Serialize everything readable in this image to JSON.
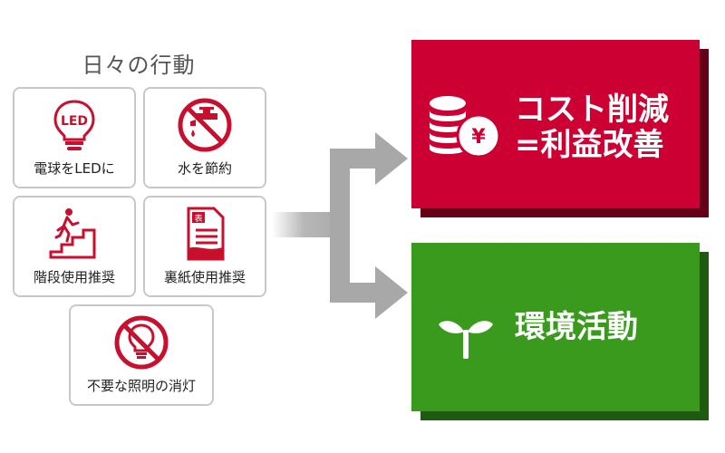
{
  "header": {
    "title": "日々の行動"
  },
  "actions": [
    {
      "label": "電球をLEDに",
      "icon": "led-bulb-icon"
    },
    {
      "label": "水を節約",
      "icon": "no-faucet-icon"
    },
    {
      "label": "階段使用推奨",
      "icon": "stairs-person-icon"
    },
    {
      "label": "裏紙使用推奨",
      "icon": "document-icon"
    },
    {
      "label": "不要な照明の消灯",
      "icon": "no-lightbulb-icon"
    }
  ],
  "results": {
    "cost": {
      "line1": "コスト削減",
      "line2": "=利益改善",
      "icon": "coins-yen-icon",
      "badge": "¥",
      "color": "#cc0033",
      "shadow": "#660018"
    },
    "environment": {
      "label": "環境活動",
      "icon": "sprout-icon",
      "color": "#3a9a1e",
      "shadow": "#1e5a10"
    }
  },
  "colors": {
    "icon_red": "#c8102e",
    "card_border": "#c8c8c8",
    "arrow_gray": "#a8a8a8"
  }
}
